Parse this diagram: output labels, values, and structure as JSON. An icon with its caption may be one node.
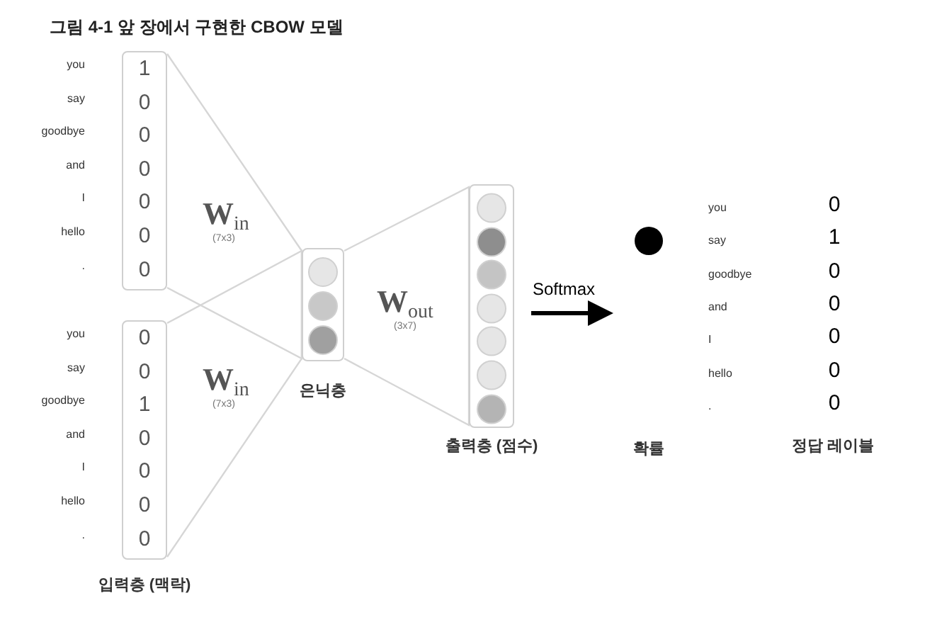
{
  "diagram": {
    "title": "그림 4-1 앞 장에서 구현한 CBOW 모델",
    "nodes": [
      {
        "text": [
          "1",
          "0",
          "0",
          "0",
          "0",
          "0",
          "0"
        ],
        "beside": [
          "you",
          "say",
          "goodbye",
          "and",
          "I",
          "hello",
          "."
        ]
      },
      {
        "text": [
          "0",
          "0",
          "1",
          "0",
          "0",
          "0",
          "0"
        ],
        "beside": [
          "you",
          "say",
          "goodbye",
          "and",
          "I",
          "hello",
          ".",
          "입력층 (맥락)"
        ]
      },
      {
        "text": [],
        "shape": "box",
        "beside": [
          "은닉층"
        ]
      },
      {
        "text": [],
        "shape": "box",
        "beside": [
          "출력층 (점수)"
        ]
      },
      {
        "text": [],
        "shape": "circle"
      }
    ],
    "edges": [
      {
        "from": 0,
        "to": 2,
        "arrow": "none",
        "label": "W$_{in}$"
      },
      {
        "from": 1,
        "to": 2,
        "arrow": "none",
        "label": "W$_{in}$"
      },
      {
        "from": 2,
        "to": 3,
        "arrow": "none",
        "label": "W$_{out}$"
      },
      {
        "from": 3,
        "to": null,
        "arrow": "to",
        "label": "Softmax",
        "style": "thick",
        "color": "#000000"
      }
    ],
    "labels": [
      "(7x3)",
      "(7x3)",
      "(3x7)",
      "you",
      "0",
      "say",
      "1",
      "goodbye",
      "0",
      "and",
      "0",
      "I",
      "0",
      "hello",
      "0",
      ".",
      "0",
      "정답 레이블",
      "확률"
    ]
  }
}
